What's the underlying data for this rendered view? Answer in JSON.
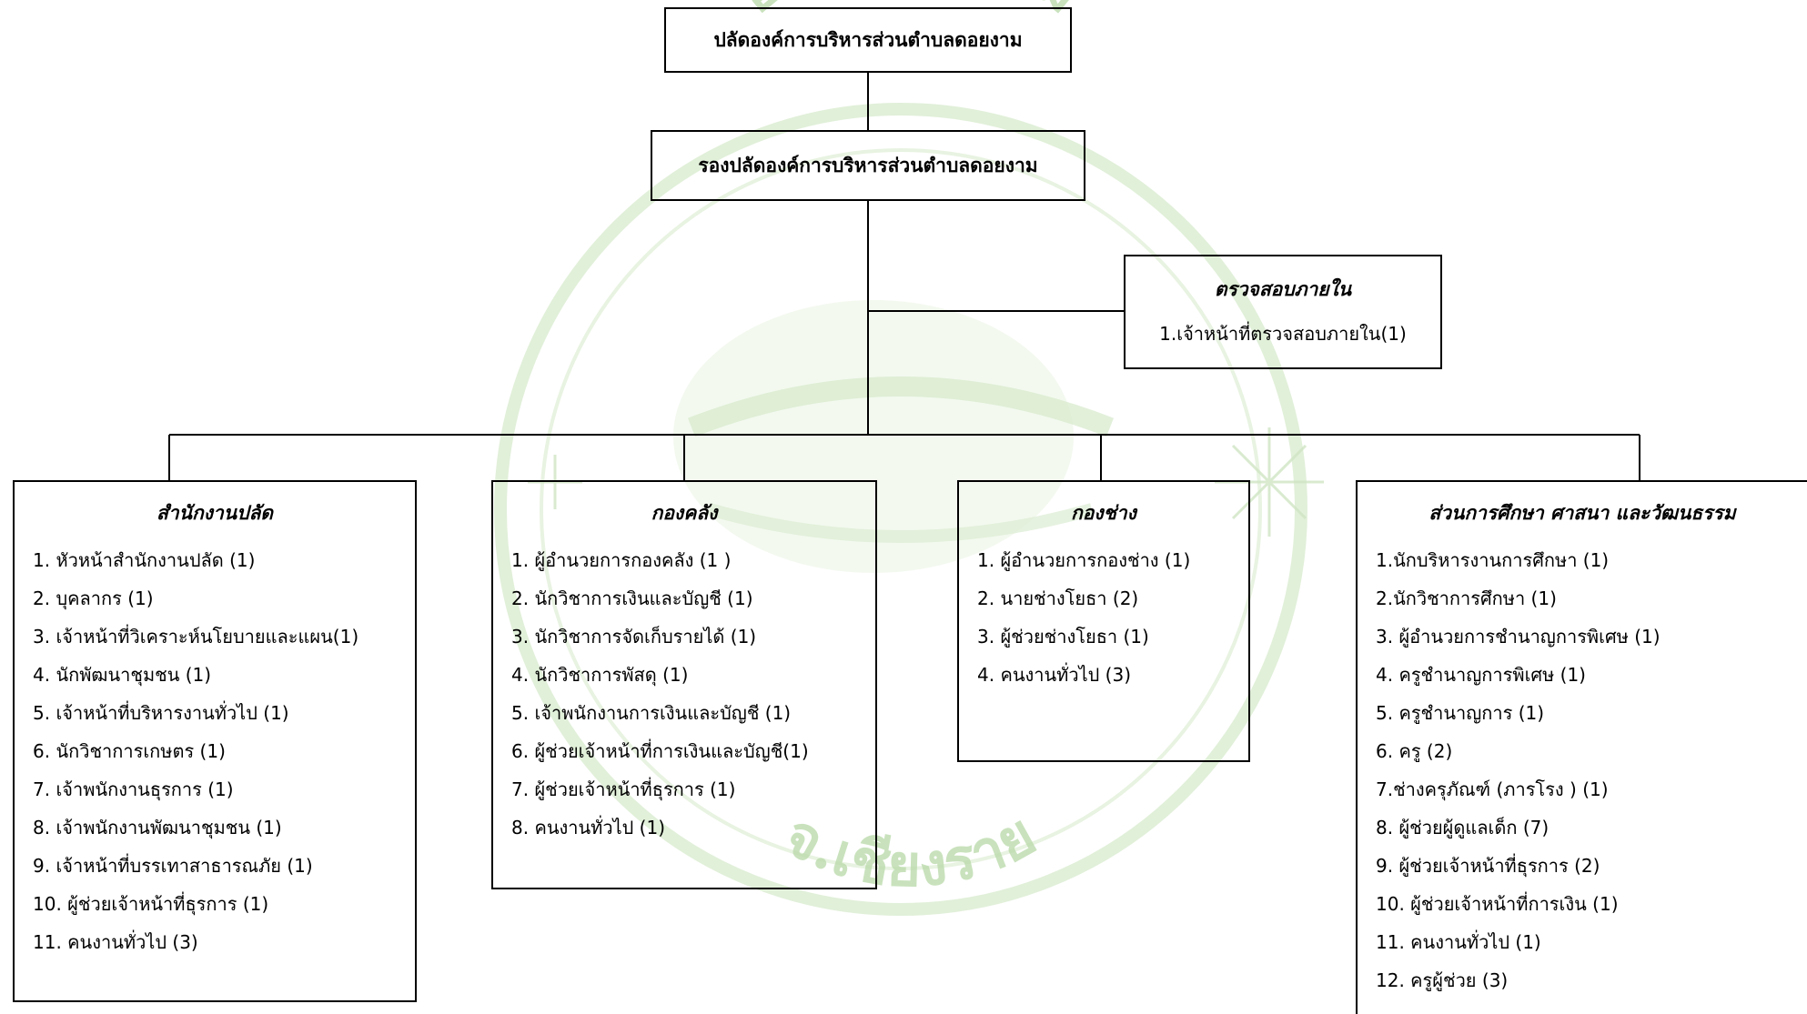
{
  "top": {
    "title": "ปลัดองค์การบริหารส่วนตำบลดอยงาม"
  },
  "deputy": {
    "title": "รองปลัดองค์การบริหารส่วนตำบลดอยงาม"
  },
  "audit": {
    "title": "ตรวจสอบภายใน",
    "items": [
      "1.เจ้าหน้าที่ตรวจสอบภายใน(1)"
    ]
  },
  "departments": [
    {
      "title": "สำนักงานปลัด",
      "items": [
        "1. หัวหน้าสำนักงานปลัด (1)",
        "2. บุคลากร  (1)",
        "3. เจ้าหน้าที่วิเคราะห์นโยบายและแผน(1)",
        "4. นักพัฒนาชุมชน  (1)",
        "5. เจ้าหน้าที่บริหารงานทั่วไป (1)",
        "6. นักวิชาการเกษตร (1)",
        "7. เจ้าพนักงานธุรการ  (1)",
        "8. เจ้าพนักงานพัฒนาชุมชน (1)",
        "9. เจ้าหน้าที่บรรเทาสาธารณภัย (1)",
        "10. ผู้ช่วยเจ้าหน้าที่ธุรการ  (1)",
        "11. คนงานทั่วไป (3)"
      ]
    },
    {
      "title": "กองคลัง",
      "items": [
        "1. ผู้อำนวยการกองคลัง  (1 )",
        "2. นักวิชาการเงินและบัญชี (1)",
        "3. นักวิชาการจัดเก็บรายได้ (1)",
        "4. นักวิชาการพัสดุ (1)",
        "5. เจ้าพนักงานการเงินและบัญชี (1)",
        "6. ผู้ช่วยเจ้าหน้าที่การเงินและบัญชี(1)",
        "7. ผู้ช่วยเจ้าหน้าที่ธุรการ (1)",
        "8. คนงานทั่วไป (1)"
      ]
    },
    {
      "title": "กองช่าง",
      "items": [
        "1. ผู้อำนวยการกองช่าง (1)",
        "2. นายช่างโยธา   (2)",
        "3. ผู้ช่วยช่างโยธา (1)",
        "4. คนงานทั่วไป (3)"
      ]
    },
    {
      "title": "ส่วนการศึกษา  ศาสนา และวัฒนธรรม",
      "items": [
        "1.นักบริหารงานการศึกษา  (1)",
        "2.นักวิชาการศึกษา (1)",
        "3. ผู้อำนวยการชำนาญการพิเศษ (1)",
        "4. ครูชำนาญการพิเศษ (1)",
        "5. ครูชำนาญการ (1)",
        "6. ครู (2)",
        "7.ช่างครุภัณฑ์ (ภารโรง ) (1)",
        "8. ผู้ช่วยผู้ดูแลเด็ก  (7)",
        "9. ผู้ช่วยเจ้าหน้าที่ธุรการ (2)",
        "10. ผู้ช่วยเจ้าหน้าที่การเงิน  (1)",
        "11. คนงานทั่วไป (1)",
        "12. ครูผู้ช่วย (3)"
      ]
    }
  ],
  "watermark": {
    "top_arc_text": "อบต.ดอยงาม",
    "bottom_arc_text": "จ.เชียงราย",
    "color": "#b8d9a8"
  }
}
